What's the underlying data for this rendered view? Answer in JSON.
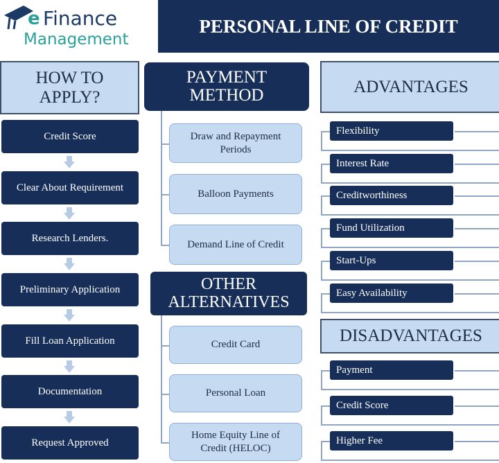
{
  "logo": {
    "line1": "Finance",
    "line2": "Management",
    "prefix": "e"
  },
  "title": "PERSONAL LINE OF CREDIT",
  "how_to_apply": {
    "heading": "HOW TO APPLY?",
    "steps": [
      "Credit Score",
      "Clear About Requirement",
      "Research Lenders.",
      "Preliminary Application",
      "Fill Loan Application",
      "Documentation",
      "Request Approved"
    ]
  },
  "payment_method": {
    "heading": "PAYMENT METHOD",
    "items": [
      "Draw and Repayment Periods",
      "Balloon Payments",
      "Demand Line of Credit"
    ]
  },
  "other_alternatives": {
    "heading": "OTHER ALTERNATIVES",
    "items": [
      "Credit Card",
      "Personal Loan",
      "Home Equity Line of Credit (HELOC)"
    ]
  },
  "advantages": {
    "heading": "ADVANTAGES",
    "items": [
      "Flexibility",
      "Interest Rate",
      "Creditworthiness",
      "Fund Utilization",
      "Start-Ups",
      "Easy Availability"
    ]
  },
  "disadvantages": {
    "heading": "DISADVANTAGES",
    "items": [
      "Payment",
      "Credit Score",
      "Higher Fee"
    ]
  },
  "colors": {
    "navy": "#172f58",
    "light_blue": "#c6dbf1",
    "teal": "#2aa198"
  }
}
